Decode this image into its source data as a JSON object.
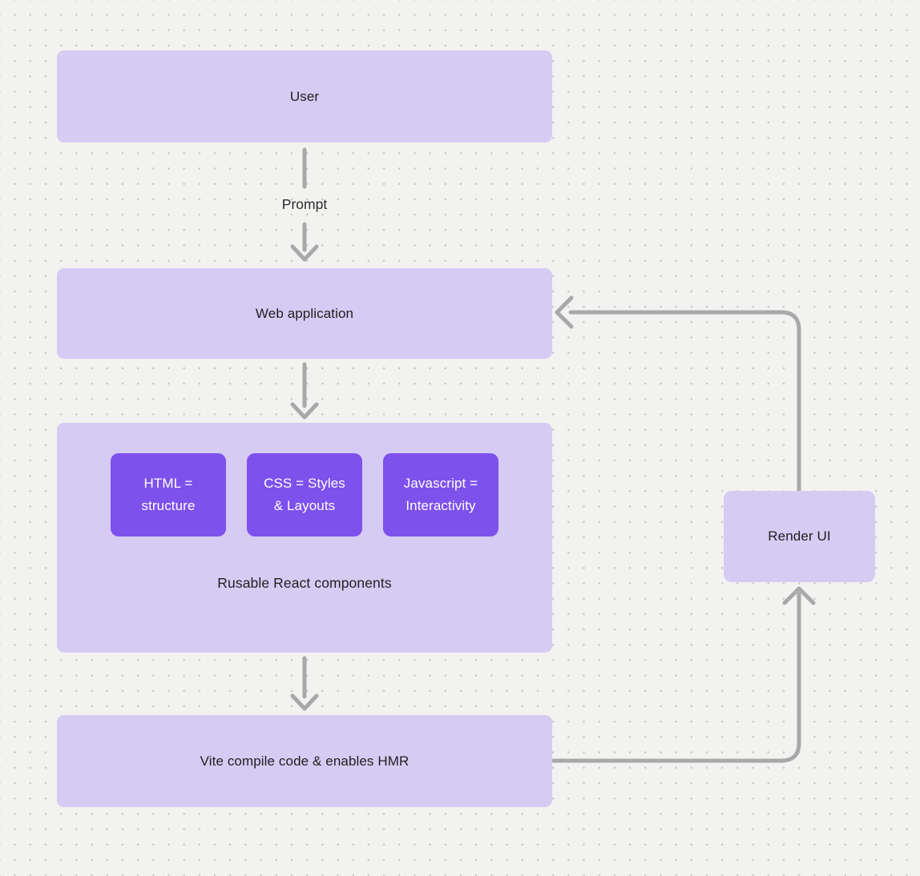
{
  "diagram": {
    "nodes": {
      "user": "User",
      "web_application": "Web application",
      "vite": "Vite compile code & enables HMR",
      "render_ui": "Render UI",
      "components_caption": "Rusable React components",
      "components": [
        {
          "label": "HTML = structure",
          "lines": [
            "HTML =",
            "structure"
          ]
        },
        {
          "label": "CSS = Styles & Layouts",
          "lines": [
            "CSS = Styles",
            "& Layouts"
          ]
        },
        {
          "label": "Javascript = Interactivity",
          "lines": [
            "Javascript =",
            "Interactivity"
          ]
        }
      ]
    },
    "edge_labels": {
      "prompt": "Prompt"
    },
    "colors": {
      "background": "#f2f2f0",
      "dot_grid": "#c7c7c4",
      "node_fill": "#d6cbf3",
      "sub_node_fill": "#7d51ec",
      "sub_node_text": "#ffffff",
      "node_text": "#1f1f1f",
      "arrow": "#a8a8a8"
    }
  }
}
